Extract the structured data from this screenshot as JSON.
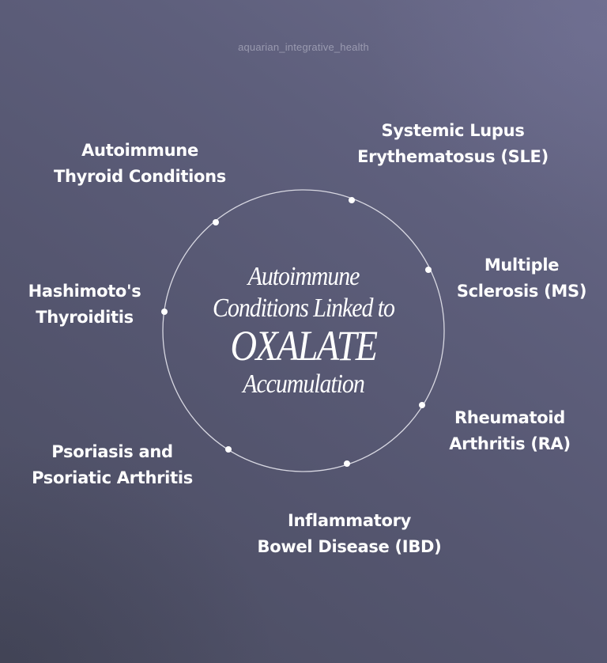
{
  "watermark": "aquarian_integrative_health",
  "center": {
    "line1": "Autoimmune",
    "line2": "Conditions Linked to",
    "line3": "OXALATE",
    "line4": "Accumulation"
  },
  "conditions": [
    {
      "id": "autoimmune-thyroid",
      "line1": "Autoimmune",
      "line2": "Thyroid Conditions"
    },
    {
      "id": "sle",
      "line1": "Systemic Lupus",
      "line2": "Erythematosus (SLE)"
    },
    {
      "id": "ms",
      "line1": "Multiple",
      "line2": "Sclerosis (MS)"
    },
    {
      "id": "hashimotos",
      "line1": "Hashimoto's",
      "line2": "Thyroiditis"
    },
    {
      "id": "ra",
      "line1": "Rheumatoid",
      "line2": "Arthritis (RA)"
    },
    {
      "id": "psoriasis",
      "line1": "Psoriasis and",
      "line2": "Psoriatic Arthritis"
    },
    {
      "id": "ibd",
      "line1": "Inflammatory",
      "line2": "Bowel Disease (IBD)"
    }
  ],
  "colors": {
    "background_top_right": "#6b6b8a",
    "background_bottom_left": "#4a4c60",
    "text": "#ffffff",
    "circle_stroke": "#d8d8e2"
  }
}
